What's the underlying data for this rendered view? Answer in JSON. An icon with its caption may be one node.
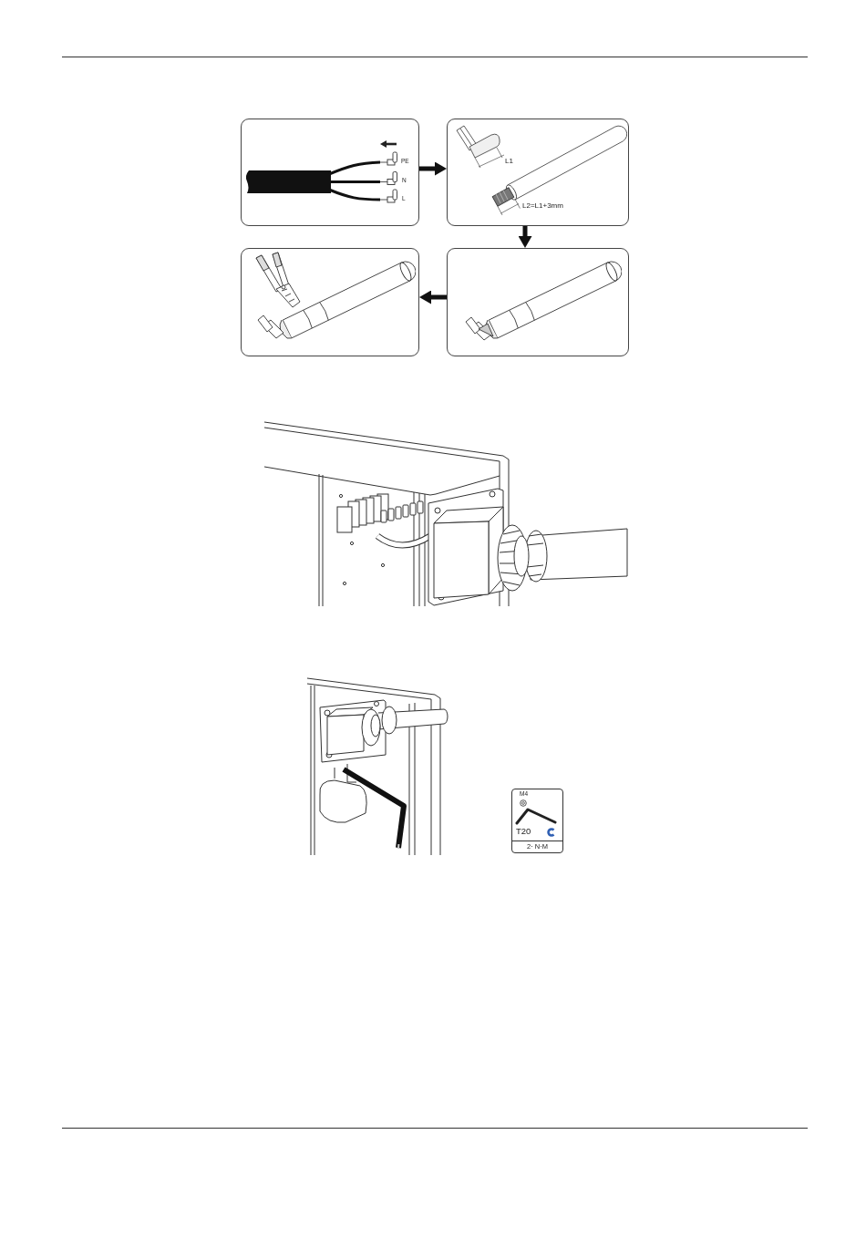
{
  "diagram": {
    "nodes": [
      {
        "text": [
          "PE",
          "N",
          "L"
        ]
      },
      {
        "text": [
          "L1",
          "L2=L1+3mm"
        ]
      },
      {
        "text": [],
        "shape": "picture"
      },
      {
        "text": [],
        "shape": "picture"
      },
      {
        "text": [
          "M4",
          "T20",
          "2· N·M"
        ]
      }
    ],
    "edges": [
      {
        "from": 0,
        "to": 1,
        "arrow": "to"
      },
      {
        "from": 1,
        "to": 3,
        "arrow": "to"
      },
      {
        "from": 3,
        "to": 2,
        "arrow": "to"
      }
    ]
  }
}
